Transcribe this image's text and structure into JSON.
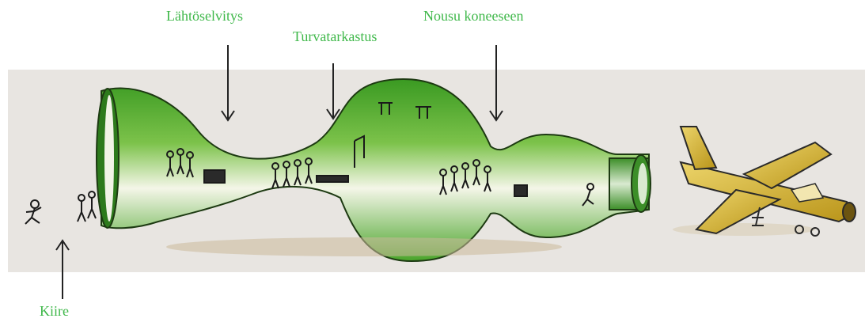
{
  "labels": {
    "check_in": "Lähtöselvitys",
    "security": "Turvatarkastus",
    "boarding": "Nousu koneeseen",
    "rush": "Kiire"
  },
  "colors": {
    "label_green": "#3fb84a",
    "bottle_green": "#4fae2e",
    "paper": "#e9e6e2",
    "plane_yellow": "#d9b733"
  },
  "icons": [
    "arrow-down-icon",
    "arrow-up-icon",
    "bottle-illustration",
    "airplane-icon",
    "running-person-icon"
  ]
}
